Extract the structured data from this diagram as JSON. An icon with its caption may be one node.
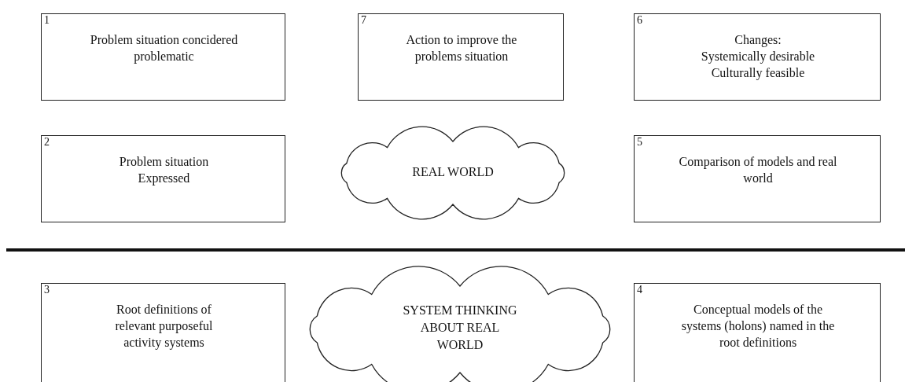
{
  "diagram": {
    "nodes": [
      {
        "text": [
          "1",
          "Problem situation concidered problematic"
        ]
      },
      {
        "text": [
          "7",
          "Action to improve the problems situation"
        ]
      },
      {
        "text": [
          "6",
          "Changes:",
          "Systemically desirable",
          "Culturally feasible"
        ]
      },
      {
        "text": [
          "2",
          "Problem situation Expressed"
        ]
      },
      {
        "text": [
          "REAL WORLD"
        ]
      },
      {
        "text": [
          "5",
          "Comparison of models and real world"
        ]
      },
      {
        "text": [
          "3",
          "Root definitions of relevant purposeful activity systems"
        ]
      },
      {
        "text": [
          "SYSTEM THINKING ABOUT REAL WORLD"
        ]
      },
      {
        "text": [
          "4",
          "Conceptual models of the systems (holons) named in the root definitions"
        ]
      }
    ]
  }
}
